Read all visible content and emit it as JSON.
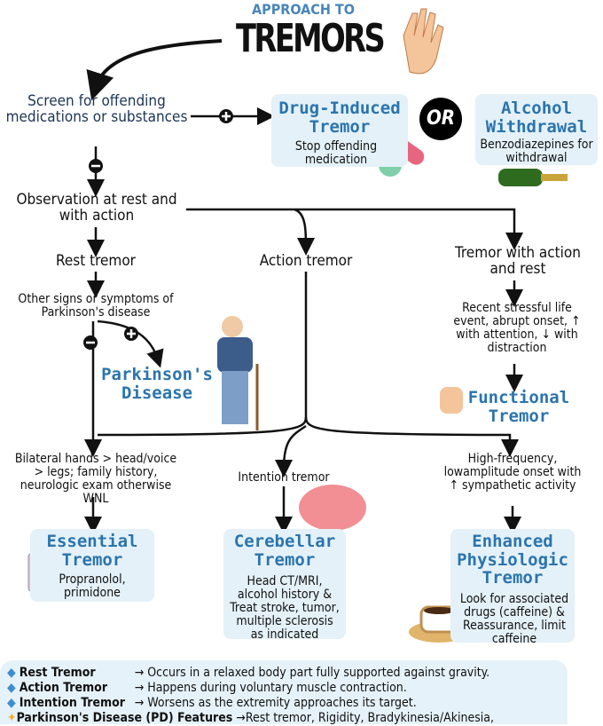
{
  "title": {
    "pre": "APPROACH TO",
    "main": "TREMORS"
  },
  "nodes": {
    "screen": "Screen for offending medications or substances",
    "observe": "Observation at rest and with action",
    "rest": "Rest tremor",
    "action": "Action tremor",
    "both": "Tremor with action and rest",
    "parksigns": "Other signs or symptoms of Parkinson's disease",
    "stress": "Recent stressful life event, abrupt onset, ↑ with attention, ↓ with distraction",
    "bilateral": "Bilateral hands > head/voice > legs; family history, neurologic exam otherwise WNL",
    "intention": "Intention tremor",
    "highfreq": "High-frequency, lowamplitude onset with ↑ sympathetic activity",
    "or": "OR"
  },
  "results": {
    "drug": {
      "title": "Drug-Induced Tremor",
      "text": "Stop offending medication"
    },
    "alcohol": {
      "title": "Alcohol Withdrawal",
      "text": "Benzodiazepines for withdrawal"
    },
    "parkinson": {
      "title": "Parkinson's Disease"
    },
    "functional": {
      "title": "Functional Tremor"
    },
    "essential": {
      "title": "Essential Tremor",
      "text": "Propranolol, primidone"
    },
    "cerebellar": {
      "title": "Cerebellar Tremor",
      "text": "Head CT/MRI, alcohol history & Treat stroke, tumor, multiple sclerosis as indicated"
    },
    "physio": {
      "title": "Enhanced Physiologic Tremor",
      "text": "Look for associated drugs (caffeine) & Reassurance, limit caffeine"
    }
  },
  "legend": [
    {
      "term": "Rest Tremor",
      "desc": "→ Occurs in a relaxed body part fully supported against gravity."
    },
    {
      "term": "Action Tremor",
      "desc": "→ Happens during voluntary muscle contraction."
    },
    {
      "term": "Intention Tremor",
      "desc": "→ Worsens as the extremity approaches its target."
    },
    {
      "term": "Parkinson's Disease (PD) Features",
      "desc": "→Rest tremor, Rigidity, Bradykinesia/Akinesia,"
    }
  ],
  "colors": {
    "accent": "#2b74ad",
    "box": "#e4f1f8",
    "navy": "#1d3556"
  }
}
